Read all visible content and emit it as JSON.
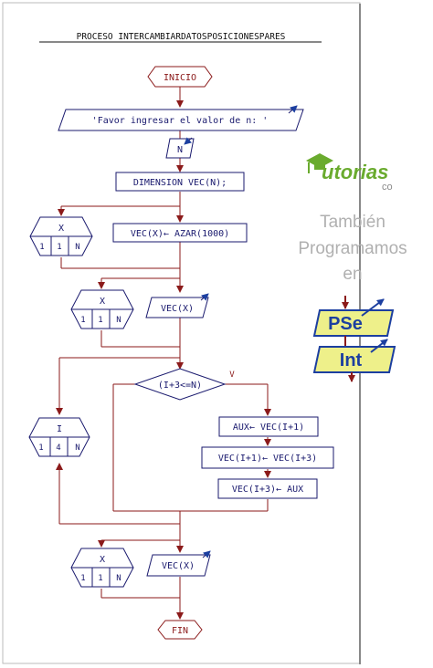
{
  "flowchart": {
    "title": "PROCESO INTERCAMBIARDATOSPOSICIONESPARES",
    "start": "INICIO",
    "end": "FIN",
    "prompt_output": "'Favor ingresar el valor de n: '",
    "read_n": "N",
    "dimension": "DIMENSION VEC(N);",
    "loop1": {
      "var": "X",
      "start": "1",
      "step": "1",
      "end": "N"
    },
    "assign_random": "VEC(X)← AZAR(1000)",
    "loop2": {
      "var": "X",
      "start": "1",
      "step": "1",
      "end": "N"
    },
    "output_vec1": "VEC(X)",
    "loop3": {
      "var": "I",
      "start": "1",
      "step": "4",
      "end": "N"
    },
    "condition": "(I+3<=N)",
    "condition_true": "V",
    "swap1": "AUX← VEC(I+1)",
    "swap2": "VEC(I+1)← VEC(I+3)",
    "swap3": "VEC(I+3)← AUX",
    "loop4": {
      "var": "X",
      "start": "1",
      "step": "1",
      "end": "N"
    },
    "output_vec2": "VEC(X)"
  },
  "branding": {
    "logo_text": "utorias",
    "logo_suffix": "co",
    "tagline_1": "También",
    "tagline_2": "Programamos",
    "tagline_3": "en",
    "pseint_top": "PSe",
    "pseint_bottom": "Int"
  },
  "colors": {
    "flow_line": "#8b1a1a",
    "text": "#1a1a6e",
    "logo_green": "#6aab2e",
    "tagline_gray": "#b0b0b0",
    "pseint_fill": "#eef08a",
    "pseint_text": "#1c3fa0"
  }
}
